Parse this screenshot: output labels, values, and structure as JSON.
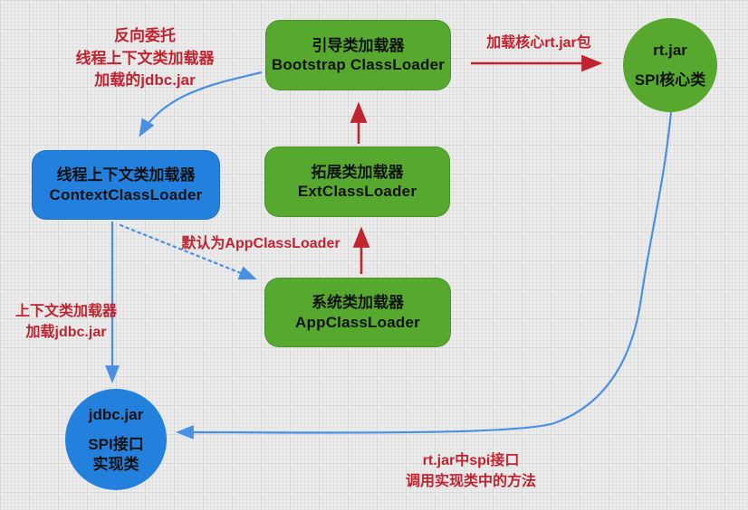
{
  "diagram": {
    "bootstrap": {
      "title_zh": "引导类加载器",
      "title_en": "Bootstrap ClassLoader"
    },
    "ext": {
      "title_zh": "拓展类加载器",
      "title_en": "ExtClassLoader"
    },
    "app": {
      "title_zh": "系统类加载器",
      "title_en": "AppClassLoader"
    },
    "context": {
      "title_zh": "线程上下文类加载器",
      "title_en": "ContextClassLoader"
    },
    "rt_jar": {
      "title": "rt.jar",
      "subtitle": "SPI核心类"
    },
    "jdbc_jar": {
      "title": "jdbc.jar",
      "subtitle1": "SPI接口",
      "subtitle2": "实现类"
    },
    "labels": {
      "reverse_delegation_1": "反向委托",
      "reverse_delegation_2": "线程上下文类加载器",
      "reverse_delegation_3": "加载的jdbc.jar",
      "load_core_rtjar": "加载核心rt.jar包",
      "default_appclassloader": "默认为AppClassLoader",
      "context_loader_1": "上下文类加载器",
      "context_loader_2": "加载jdbc.jar",
      "rtjar_spi_1": "rt.jar中spi接口",
      "rtjar_spi_2": "调用实现类中的方法"
    },
    "colors": {
      "node_green": "#56a82e",
      "node_blue": "#2380dd",
      "label_red": "#c02430",
      "arrow_blue": "#4a90e2"
    }
  }
}
